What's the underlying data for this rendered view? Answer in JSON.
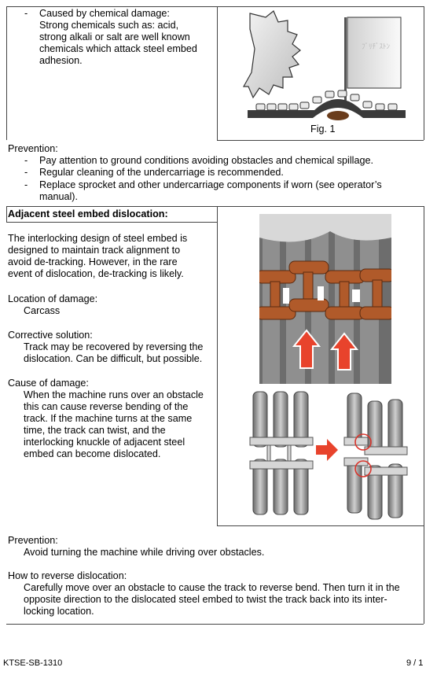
{
  "section1": {
    "bullet_label": "Caused by chemical damage:",
    "bullet_text": [
      "Strong chemicals such as: acid,",
      "strong alkali or salt are well known",
      "chemicals which attack steel embed",
      "adhesion."
    ],
    "figure_caption": "Fig. 1",
    "watermark": "ブリヂストン"
  },
  "prevention1": {
    "heading": "Prevention:",
    "items": [
      "Pay attention to ground conditions avoiding obstacles and chemical spillage.",
      "Regular cleaning of the undercarriage is recommended.",
      "Replace sprocket and other undercarriage components if worn (see operator’s",
      "manual)."
    ]
  },
  "section2": {
    "title": "Adjacent steel embed dislocation:",
    "intro": [
      "The interlocking design of steel embed is",
      "designed to maintain track alignment to",
      "avoid de-tracking. However, in the rare",
      "event of dislocation, de-tracking is likely."
    ],
    "location_heading": "Location of damage:",
    "location_value": "Carcass",
    "corrective_heading": "Corrective solution:",
    "corrective_text": [
      "Track may be recovered by reversing the",
      "dislocation. Can be difficult, but possible."
    ],
    "cause_heading": "Cause of damage:",
    "cause_text": [
      "When the machine runs over an obstacle",
      "this can cause reverse bending of the",
      "track. If the machine turns at the same",
      "time, the track can twist, and the",
      "interlocking knuckle of adjacent steel",
      "embed can become dislocated."
    ]
  },
  "prevention2": {
    "heading": "Prevention:",
    "text": "Avoid turning the machine while driving over obstacles.",
    "how_heading": "How to reverse dislocation:",
    "how_text": [
      "Carefully move over an obstacle to cause the track to reverse bend. Then turn it in the",
      "opposite direction to the dislocated steel embed to twist the track back into its inter-",
      "locking location."
    ]
  },
  "footer": {
    "doc_id": "KTSE-SB-1310",
    "page": "9 / 1"
  },
  "colors": {
    "rust": "#b05a2a",
    "arrow_red": "#e8432c",
    "circle_red": "#d9342b",
    "gray_track": "#8a8a8a"
  }
}
